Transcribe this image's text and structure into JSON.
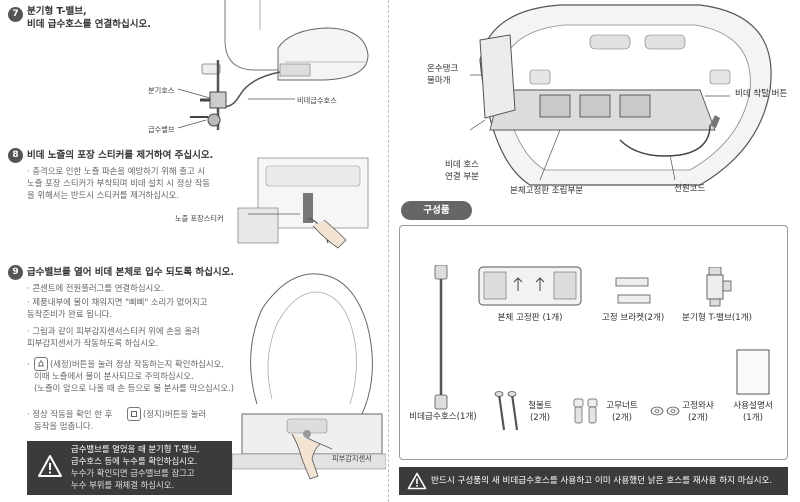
{
  "step7": {
    "num": "7",
    "title_line1": "분기형 T-밸브,",
    "title_line2": "비데 급수호스를 연결하십시오.",
    "labels": {
      "branch_hose": "분기호스",
      "supply_valve": "급수밸브",
      "bidet_hose": "비데급수호스"
    }
  },
  "step8": {
    "num": "8",
    "title": "비데 노즐의 포장 스티커를 제거하여 주십시오.",
    "body": [
      "· 충격으로 인한 노즐 파손을 예방하기 위해 출고 시",
      "  노즐 포장 스티커가 부착되며 비데 설치 시 정상 작동",
      "  을 위해서는 반드시 스티커를 제거하십시오."
    ],
    "label": "노즐 포장스티커"
  },
  "step9": {
    "num": "9",
    "title": "급수밸브를 열어 비데 본체로 입수 되도록 하십시오.",
    "bullets": [
      [
        "· 콘센트에 전원플러그를 연결하십시오."
      ],
      [
        "· 제품내부에 물이 채워지면 \"삐삐\" 소리가 없어지고",
        "  동작준비가 완료 됩니다."
      ],
      [
        "· 그림과 같이 피부감지센서스티커 위에 손을 올려",
        "  피부감지센서가 작동하도록 하십시오."
      ],
      [
        "(세정)버튼을 눌러 정상 작동하는지 확인하십시오.",
        "이때 노즐에서 물이 분사되므로 주의하십시오.",
        "(노즐이 앞으로 나올 때 손 등으로 물 분사를 막으십시오.)"
      ],
      [
        "정상 작동을 확인 한 후",
        "(정지)버튼을 눌러",
        "동작을 멈춥니다."
      ]
    ],
    "warning": [
      "급수밸브를 열었을 때 분기형 T-밸브,",
      "급수호스 등에 누수를 확인하십시오.",
      "누수가 확인되면 급수밸브를 잠그고",
      "누수 부위를 재체결 하십시오."
    ],
    "sensor_label": "피부감지센서"
  },
  "right_top": {
    "labels": {
      "hot_tank_line1": "온수탱크",
      "hot_tank_line2": "물마개",
      "detach_button": "비데 착탈 버튼",
      "hose_conn_line1": "비데 호스",
      "hose_conn_line2": "연결 부분",
      "plate_assembly": "본체고정판 조립부분",
      "power_cord": "전원코드"
    }
  },
  "components": {
    "tag": "구성품",
    "items": [
      {
        "label": "본체 고정판 (1개)"
      },
      {
        "label": "고정 브라켓(2개)"
      },
      {
        "label": "분기형 T-밸브(1개)"
      },
      {
        "label": "비데급수호스(1개)"
      },
      {
        "label_line1": "철볼트",
        "label_line2": "(2개)"
      },
      {
        "label_line1": "고무너트",
        "label_line2": "(2개)"
      },
      {
        "label_line1": "고정와샤",
        "label_line2": "(2개)"
      },
      {
        "label_line1": "사용설명서",
        "label_line2": "(1개)"
      }
    ],
    "bottom_warning": "반드시 구성품의 새 비데급수호스를 사용하고 이미 사용했던 낡은 호스를 재사용 하지 마십시오."
  }
}
